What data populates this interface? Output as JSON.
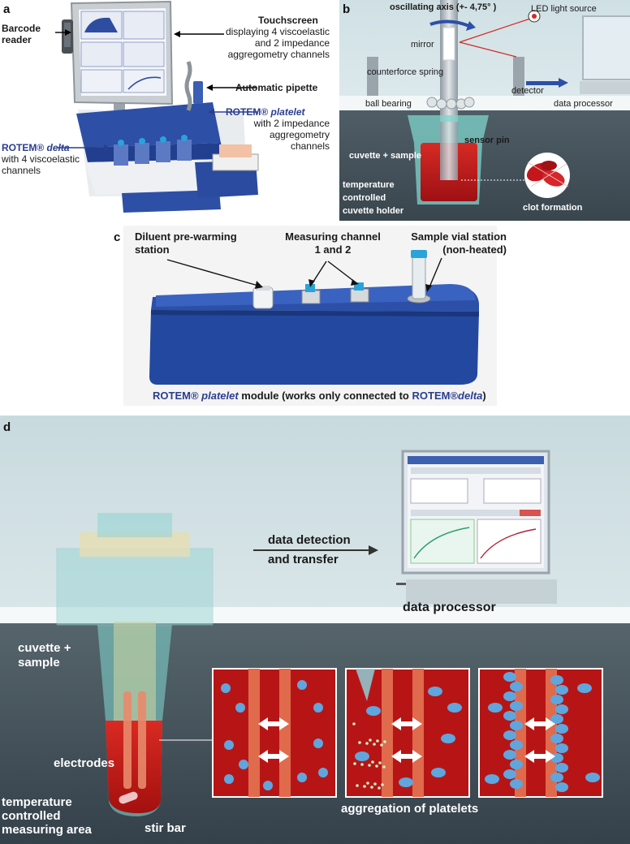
{
  "panels": {
    "a": {
      "letter": "a",
      "labels": {
        "barcode": "Barcode\nreader",
        "touchscreen_title": "Touchscreen",
        "touchscreen_desc": "displaying 4 viscoelastic\nand 2 impedance\naggregometry channels",
        "pipette": "Automatic pipette",
        "platelet_brand": "ROTEM®",
        "platelet_italic": "platelet",
        "platelet_desc": "with 2 impedance\naggregometry\nchannels",
        "delta_brand": "ROTEM®",
        "delta_italic": "delta",
        "delta_desc": "with 4 viscoelastic\nchannels"
      }
    },
    "b": {
      "letter": "b",
      "labels": {
        "axis": "oscillating axis (+- 4,75° )",
        "led": "LED light source",
        "mirror": "mirror",
        "spring": "counterforce spring",
        "detector": "detector",
        "bearing": "ball bearing",
        "processor": "data processor",
        "sensor": "sensor pin",
        "cuvette": "cuvette + sample",
        "temp": "temperature\ncontrolled\ncuvette holder",
        "clot": "clot formation"
      }
    },
    "c": {
      "letter": "c",
      "labels": {
        "diluent": "Diluent pre-warming\nstation",
        "channel": "Measuring channel\n1 and 2",
        "vial": "Sample vial station\n(non-heated)",
        "caption_brand1": "ROTEM®",
        "caption_italic1": "platelet",
        "caption_mid": "module (works only connected to",
        "caption_brand2": "ROTEM®",
        "caption_italic2": "delta",
        "caption_end": ")"
      }
    },
    "d": {
      "letter": "d",
      "labels": {
        "transfer": "data detection\nand transfer",
        "processor": "data processor",
        "cuvette": "cuvette +\nsample",
        "electrodes": "electrodes",
        "temp": "temperature\ncontrolled\nmeasuring area",
        "stir": "stir bar",
        "aggregation": "aggregation of platelets"
      }
    }
  },
  "colors": {
    "device_blue": "#2c4fa8",
    "label_blue": "#2a3e8f",
    "blood_red": "#b3141a",
    "platelet_blue": "#5fa6de",
    "dark_band": "#39474f"
  }
}
